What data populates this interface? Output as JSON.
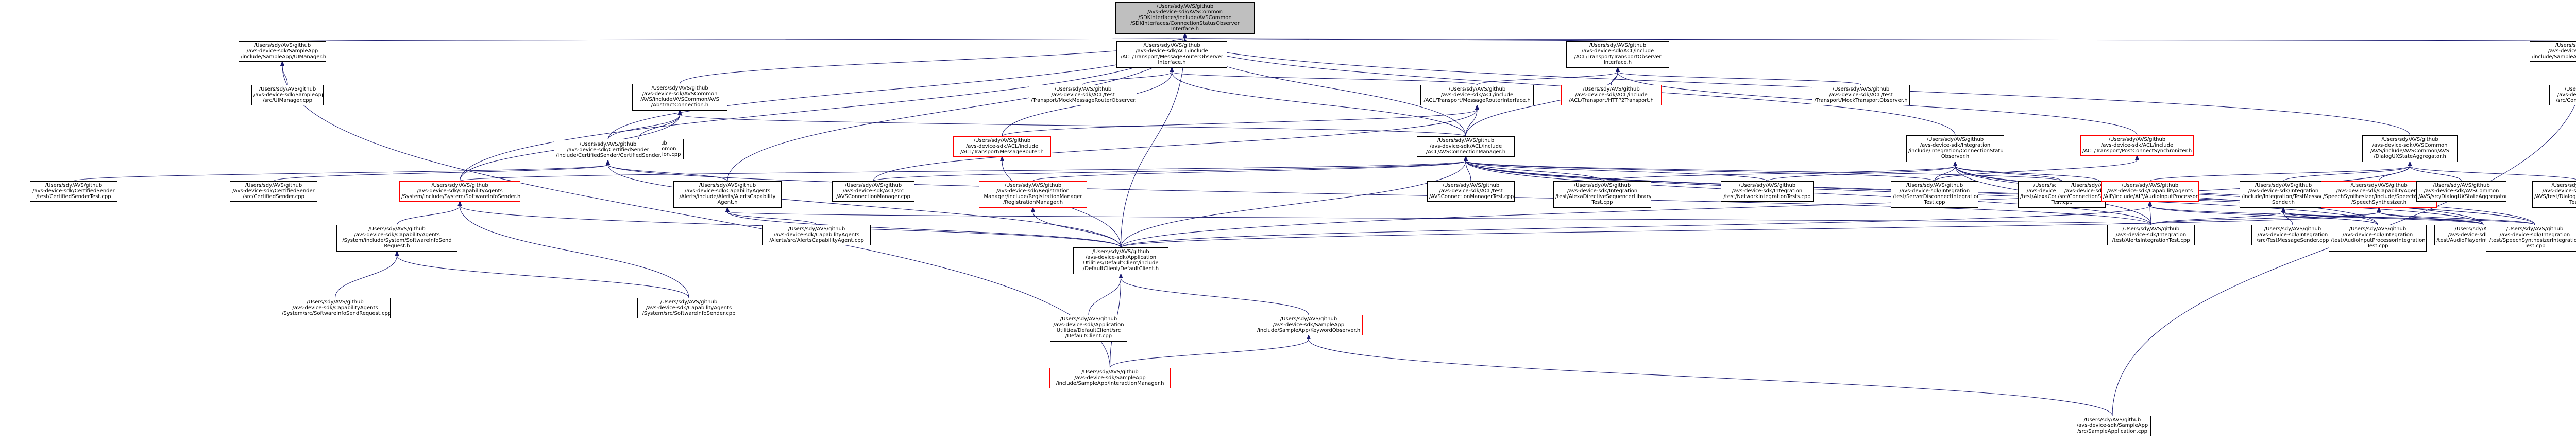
{
  "graph": {
    "nodes": [
      {
        "id": "focus",
        "lines": [
          "/Users/sdy/AVS/github",
          "/avs-device-sdk/AVSCommon",
          "/SDKInterfaces/include/AVSCommon",
          "/SDKInterfaces/ConnectionStatusObserver",
          "Interface.h"
        ],
        "kind": "focus"
      },
      {
        "id": "uimanager_h",
        "lines": [
          "/Users/sdy/AVS/github",
          "/avs-device-sdk/SampleApp",
          "/include/SampleApp/UIManager.h"
        ],
        "kind": "normal"
      },
      {
        "id": "uimanager_cpp",
        "lines": [
          "/Users/sdy/AVS/github",
          "/avs-device-sdk/SampleApp",
          "/src/UIManager.cpp"
        ],
        "kind": "normal"
      },
      {
        "id": "abstract_conn_h",
        "lines": [
          "/Users/sdy/AVS/github",
          "/avs-device-sdk/AVSCommon",
          "/AVS/include/AVSCommon/AVS",
          "/AbstractConnection.h"
        ],
        "kind": "normal"
      },
      {
        "id": "abstract_conn_cpp",
        "lines": [
          "/Users/sdy/AVS/github",
          "/avs-device-sdk/AVSCommon",
          "/AVS/src/AbstractConnection.cpp"
        ],
        "kind": "normal"
      },
      {
        "id": "msgrouter_obs_h",
        "lines": [
          "/Users/sdy/AVS/github",
          "/avs-device-sdk/ACL/include",
          "/ACL/Transport/MessageRouterObserver",
          "Interface.h"
        ],
        "kind": "normal"
      },
      {
        "id": "mock_msgrouter_obs_h",
        "lines": [
          "/Users/sdy/AVS/github",
          "/avs-device-sdk/ACL/test",
          "/Transport/MockMessageRouterObserver.h"
        ],
        "kind": "truncated"
      },
      {
        "id": "transport_obs_h",
        "lines": [
          "/Users/sdy/AVS/github",
          "/avs-device-sdk/ACL/include",
          "/ACL/Transport/TransportObserver",
          "Interface.h"
        ],
        "kind": "normal"
      },
      {
        "id": "http2_transport_h",
        "lines": [
          "/Users/sdy/AVS/github",
          "/avs-device-sdk/ACL/include",
          "/ACL/Transport/HTTP2Transport.h"
        ],
        "kind": "truncated"
      },
      {
        "id": "mock_transport_obs_h",
        "lines": [
          "/Users/sdy/AVS/github",
          "/avs-device-sdk/ACL/test",
          "/Transport/MockTransportObserver.h"
        ],
        "kind": "normal"
      },
      {
        "id": "msgrouter_iface_h",
        "lines": [
          "/Users/sdy/AVS/github",
          "/avs-device-sdk/ACL/include",
          "/ACL/Transport/MessageRouterInterface.h"
        ],
        "kind": "normal"
      },
      {
        "id": "msgrouter_h",
        "lines": [
          "/Users/sdy/AVS/github",
          "/avs-device-sdk/ACL/include",
          "/ACL/Transport/MessageRouter.h"
        ],
        "kind": "truncated"
      },
      {
        "id": "post_conn_sync_h",
        "lines": [
          "/Users/sdy/AVS/github",
          "/avs-device-sdk/ACL/include",
          "/ACL/Transport/PostConnectSynchronizer.h"
        ],
        "kind": "truncated"
      },
      {
        "id": "avs_conn_mgr_h",
        "lines": [
          "/Users/sdy/AVS/github",
          "/avs-device-sdk/ACL/include",
          "/ACL/AVSConnectionManager.h"
        ],
        "kind": "normal"
      },
      {
        "id": "cert_sender_h",
        "lines": [
          "/Users/sdy/AVS/github",
          "/avs-device-sdk/CertifiedSender",
          "/include/CertifiedSender/CertifiedSender.h"
        ],
        "kind": "normal"
      },
      {
        "id": "cert_sender_test",
        "lines": [
          "/Users/sdy/AVS/github",
          "/avs-device-sdk/CertifiedSender",
          "/test/CertifiedSenderTest.cpp"
        ],
        "kind": "normal"
      },
      {
        "id": "cert_sender_cpp",
        "lines": [
          "/Users/sdy/AVS/github",
          "/avs-device-sdk/CertifiedSender",
          "/src/CertifiedSender.cpp"
        ],
        "kind": "normal"
      },
      {
        "id": "sw_info_sender_h",
        "lines": [
          "/Users/sdy/AVS/github",
          "/avs-device-sdk/CapabilityAgents",
          "/System/include/System/SoftwareInfoSender.h"
        ],
        "kind": "truncated"
      },
      {
        "id": "sw_info_send_req_h",
        "lines": [
          "/Users/sdy/AVS/github",
          "/avs-device-sdk/CapabilityAgents",
          "/System/include/System/SoftwareInfoSend",
          "Request.h"
        ],
        "kind": "normal"
      },
      {
        "id": "sw_info_send_req_cpp",
        "lines": [
          "/Users/sdy/AVS/github",
          "/avs-device-sdk/CapabilityAgents",
          "/System/src/SoftwareInfoSendRequest.cpp"
        ],
        "kind": "normal"
      },
      {
        "id": "sw_info_sender_cpp",
        "lines": [
          "/Users/sdy/AVS/github",
          "/avs-device-sdk/CapabilityAgents",
          "/System/src/SoftwareInfoSender.cpp"
        ],
        "kind": "normal"
      },
      {
        "id": "alerts_ca_h",
        "lines": [
          "/Users/sdy/AVS/github",
          "/avs-device-sdk/CapabilityAgents",
          "/Alerts/include/Alerts/AlertsCapability",
          "Agent.h"
        ],
        "kind": "normal"
      },
      {
        "id": "alerts_ca_cpp",
        "lines": [
          "/Users/sdy/AVS/github",
          "/avs-device-sdk/CapabilityAgents",
          "/Alerts/src/AlertsCapabilityAgent.cpp"
        ],
        "kind": "normal"
      },
      {
        "id": "avs_conn_mgr_cpp",
        "lines": [
          "/Users/sdy/AVS/github",
          "/avs-device-sdk/ACL/src",
          "/AVSConnectionManager.cpp"
        ],
        "kind": "normal"
      },
      {
        "id": "reg_mgr_h",
        "lines": [
          "/Users/sdy/AVS/github",
          "/avs-device-sdk/Registration",
          "Manager/include/RegistrationManager",
          "/RegistrationManager.h"
        ],
        "kind": "truncated"
      },
      {
        "id": "avs_conn_mgr_test",
        "lines": [
          "/Users/sdy/AVS/github",
          "/avs-device-sdk/ACL/test",
          "/AVSConnectionManagerTest.cpp"
        ],
        "kind": "normal"
      },
      {
        "id": "default_client_h",
        "lines": [
          "/Users/sdy/AVS/github",
          "/avs-device-sdk/Application",
          "Utilities/DefaultClient/include",
          "/DefaultClient/DefaultClient.h"
        ],
        "kind": "normal"
      },
      {
        "id": "default_client_cpp",
        "lines": [
          "/Users/sdy/AVS/github",
          "/avs-device-sdk/Application",
          "Utilities/DefaultClient/src",
          "/DefaultClient.cpp"
        ],
        "kind": "normal"
      },
      {
        "id": "keyword_obs_h",
        "lines": [
          "/Users/sdy/AVS/github",
          "/avs-device-sdk/SampleApp",
          "/include/SampleApp/KeywordObserver.h"
        ],
        "kind": "truncated"
      },
      {
        "id": "interaction_mgr_h",
        "lines": [
          "/Users/sdy/AVS/github",
          "/avs-device-sdk/SampleApp",
          "/include/SampleApp/InteractionManager.h"
        ],
        "kind": "truncated"
      },
      {
        "id": "sample_app_cpp",
        "lines": [
          "/Users/sdy/AVS/github",
          "/avs-device-sdk/SampleApp",
          "/src/SampleApplication.cpp"
        ],
        "kind": "normal"
      },
      {
        "id": "alexa_dir_seq_test",
        "lines": [
          "/Users/sdy/AVS/github",
          "/avs-device-sdk/Integration",
          "/test/AlexaDirectiveSequencerLibrary",
          "Test.cpp"
        ],
        "kind": "normal"
      },
      {
        "id": "network_integ_test",
        "lines": [
          "/Users/sdy/AVS/github",
          "/avs-device-sdk/Integration",
          "/test/NetworkIntegrationTests.cpp"
        ],
        "kind": "normal"
      },
      {
        "id": "server_disconnect_test",
        "lines": [
          "/Users/sdy/AVS/github",
          "/avs-device-sdk/Integration",
          "/test/ServerDisconnectIntegration",
          "Test.cpp"
        ],
        "kind": "normal"
      },
      {
        "id": "alexa_comm_lib_test",
        "lines": [
          "/Users/sdy/AVS/github",
          "/avs-device-sdk/Integration",
          "/test/AlexaCommunicationsLibrary",
          "Test.cpp"
        ],
        "kind": "normal"
      },
      {
        "id": "integ_conn_status_obs_h",
        "lines": [
          "/Users/sdy/AVS/github",
          "/avs-device-sdk/Integration",
          "/include/Integration/ConnectionStatus",
          "Observer.h"
        ],
        "kind": "normal"
      },
      {
        "id": "conn_status_obs_cpp",
        "lines": [
          "/Users/sdy/AVS/github",
          "/avs-device-sdk/Integration",
          "/src/ConnectionStatusObserver.cpp"
        ],
        "kind": "normal"
      },
      {
        "id": "alerts_integ_test",
        "lines": [
          "/Users/sdy/AVS/github",
          "/avs-device-sdk/Integration",
          "/test/AlertsIntegrationTest.cpp"
        ],
        "kind": "normal"
      },
      {
        "id": "aip_audio_input_h",
        "lines": [
          "/Users/sdy/AVS/github",
          "/avs-device-sdk/CapabilityAgents",
          "/AIP/include/AIP/AudioInputProcessor.h"
        ],
        "kind": "truncated"
      },
      {
        "id": "test_msg_sender_h",
        "lines": [
          "/Users/sdy/AVS/github",
          "/avs-device-sdk/Integration",
          "/include/Integration/TestMessage",
          "Sender.h"
        ],
        "kind": "normal"
      },
      {
        "id": "test_msg_sender_cpp",
        "lines": [
          "/Users/sdy/AVS/github",
          "/avs-device-sdk/Integration",
          "/src/TestMessageSender.cpp"
        ],
        "kind": "normal"
      },
      {
        "id": "aip_integ_test",
        "lines": [
          "/Users/sdy/AVS/github",
          "/avs-device-sdk/Integration",
          "/test/AudioInputProcessorIntegration",
          "Test.cpp"
        ],
        "kind": "normal"
      },
      {
        "id": "audio_player_integ_test",
        "lines": [
          "/Users/sdy/AVS/github",
          "/avs-device-sdk/Integration",
          "/test/AudioPlayerIntegrationTest.cpp"
        ],
        "kind": "normal"
      },
      {
        "id": "speech_synth_h",
        "lines": [
          "/Users/sdy/AVS/github",
          "/avs-device-sdk/CapabilityAgents",
          "/SpeechSynthesizer/include/SpeechSynthesizer",
          "/SpeechSynthesizer.h"
        ],
        "kind": "truncated"
      },
      {
        "id": "speech_synth_integ_test",
        "lines": [
          "/Users/sdy/AVS/github",
          "/avs-device-sdk/Integration",
          "/test/SpeechSynthesizerIntegration",
          "Test.cpp"
        ],
        "kind": "normal"
      },
      {
        "id": "dialog_ux_agg_h",
        "lines": [
          "/Users/sdy/AVS/github",
          "/avs-device-sdk/AVSCommon",
          "/AVS/include/AVSCommon/AVS",
          "/DialogUXStateAggregator.h"
        ],
        "kind": "normal"
      },
      {
        "id": "dialog_ux_agg_cpp",
        "lines": [
          "/Users/sdy/AVS/github",
          "/avs-device-sdk/AVSCommon",
          "/AVS/src/DialogUXStateAggregator.cpp"
        ],
        "kind": "normal"
      },
      {
        "id": "dialog_ux_agg_test",
        "lines": [
          "/Users/sdy/AVS/github",
          "/avs-device-sdk/AVSCommon",
          "/AVS/test/DialogUXStateAggregator",
          "Test.cpp"
        ],
        "kind": "normal"
      },
      {
        "id": "sample_conn_obs_h",
        "lines": [
          "/Users/sdy/AVS/github",
          "/avs-device-sdk/SampleApp",
          "/include/SampleApp/ConnectionObserver.h"
        ],
        "kind": "normal"
      },
      {
        "id": "sample_conn_obs_cpp",
        "lines": [
          "/Users/sdy/AVS/github",
          "/avs-device-sdk/SampleApp",
          "/src/ConnectionObserver.cpp"
        ],
        "kind": "normal"
      }
    ],
    "edges": [
      [
        "focus",
        "uimanager_h"
      ],
      [
        "focus",
        "abstract_conn_h"
      ],
      [
        "focus",
        "msgrouter_obs_h"
      ],
      [
        "focus",
        "transport_obs_h"
      ],
      [
        "focus",
        "avs_conn_mgr_h"
      ],
      [
        "focus",
        "cert_sender_h"
      ],
      [
        "focus",
        "integ_conn_status_obs_h"
      ],
      [
        "focus",
        "dialog_ux_agg_h"
      ],
      [
        "focus",
        "sample_conn_obs_h"
      ],
      [
        "focus",
        "alerts_ca_h"
      ],
      [
        "focus",
        "sw_info_sender_h"
      ],
      [
        "focus",
        "default_client_h"
      ],
      [
        "uimanager_h",
        "uimanager_cpp"
      ],
      [
        "uimanager_h",
        "interaction_mgr_h"
      ],
      [
        "abstract_conn_h",
        "abstract_conn_cpp"
      ],
      [
        "abstract_conn_h",
        "avs_conn_mgr_h"
      ],
      [
        "abstract_conn_h",
        "cert_sender_h"
      ],
      [
        "abstract_conn_h",
        "sw_info_sender_h"
      ],
      [
        "msgrouter_obs_h",
        "mock_msgrouter_obs_h"
      ],
      [
        "msgrouter_obs_h",
        "msgrouter_iface_h"
      ],
      [
        "msgrouter_obs_h",
        "avs_conn_mgr_h"
      ],
      [
        "msgrouter_obs_h",
        "msgrouter_h"
      ],
      [
        "transport_obs_h",
        "http2_transport_h"
      ],
      [
        "transport_obs_h",
        "mock_transport_obs_h"
      ],
      [
        "transport_obs_h",
        "msgrouter_iface_h"
      ],
      [
        "transport_obs_h",
        "post_conn_sync_h"
      ],
      [
        "transport_obs_h",
        "avs_conn_mgr_h"
      ],
      [
        "msgrouter_iface_h",
        "msgrouter_h"
      ],
      [
        "msgrouter_iface_h",
        "avs_conn_mgr_h"
      ],
      [
        "msgrouter_iface_h",
        "avs_conn_mgr_cpp"
      ],
      [
        "msgrouter_h",
        "default_client_h"
      ],
      [
        "post_conn_sync_h",
        "server_disconnect_test"
      ],
      [
        "avs_conn_mgr_h",
        "avs_conn_mgr_cpp"
      ],
      [
        "avs_conn_mgr_h",
        "reg_mgr_h"
      ],
      [
        "avs_conn_mgr_h",
        "avs_conn_mgr_test"
      ],
      [
        "avs_conn_mgr_h",
        "default_client_h"
      ],
      [
        "avs_conn_mgr_h",
        "alexa_dir_seq_test"
      ],
      [
        "avs_conn_mgr_h",
        "network_integ_test"
      ],
      [
        "avs_conn_mgr_h",
        "server_disconnect_test"
      ],
      [
        "avs_conn_mgr_h",
        "alexa_comm_lib_test"
      ],
      [
        "avs_conn_mgr_h",
        "alerts_integ_test"
      ],
      [
        "avs_conn_mgr_h",
        "aip_integ_test"
      ],
      [
        "avs_conn_mgr_h",
        "audio_player_integ_test"
      ],
      [
        "avs_conn_mgr_h",
        "speech_synth_integ_test"
      ],
      [
        "avs_conn_mgr_h",
        "sw_info_sender_h"
      ],
      [
        "reg_mgr_h",
        "default_client_h"
      ],
      [
        "cert_sender_h",
        "cert_sender_test"
      ],
      [
        "cert_sender_h",
        "cert_sender_cpp"
      ],
      [
        "cert_sender_h",
        "alerts_ca_h"
      ],
      [
        "cert_sender_h",
        "default_client_h"
      ],
      [
        "cert_sender_h",
        "alerts_integ_test"
      ],
      [
        "sw_info_sender_h",
        "sw_info_send_req_h"
      ],
      [
        "sw_info_sender_h",
        "sw_info_sender_cpp"
      ],
      [
        "sw_info_sender_h",
        "default_client_h"
      ],
      [
        "sw_info_send_req_h",
        "sw_info_send_req_cpp"
      ],
      [
        "sw_info_send_req_h",
        "sw_info_sender_cpp"
      ],
      [
        "alerts_ca_h",
        "alerts_ca_cpp"
      ],
      [
        "alerts_ca_h",
        "default_client_h"
      ],
      [
        "alerts_ca_h",
        "alerts_integ_test"
      ],
      [
        "default_client_h",
        "default_client_cpp"
      ],
      [
        "default_client_h",
        "keyword_obs_h"
      ],
      [
        "default_client_h",
        "interaction_mgr_h"
      ],
      [
        "keyword_obs_h",
        "interaction_mgr_h"
      ],
      [
        "keyword_obs_h",
        "sample_app_cpp"
      ],
      [
        "integ_conn_status_obs_h",
        "conn_status_obs_cpp"
      ],
      [
        "integ_conn_status_obs_h",
        "alexa_dir_seq_test"
      ],
      [
        "integ_conn_status_obs_h",
        "network_integ_test"
      ],
      [
        "integ_conn_status_obs_h",
        "server_disconnect_test"
      ],
      [
        "integ_conn_status_obs_h",
        "alexa_comm_lib_test"
      ],
      [
        "integ_conn_status_obs_h",
        "alerts_integ_test"
      ],
      [
        "integ_conn_status_obs_h",
        "aip_integ_test"
      ],
      [
        "integ_conn_status_obs_h",
        "audio_player_integ_test"
      ],
      [
        "integ_conn_status_obs_h",
        "speech_synth_integ_test"
      ],
      [
        "dialog_ux_agg_h",
        "dialog_ux_agg_cpp"
      ],
      [
        "dialog_ux_agg_h",
        "dialog_ux_agg_test"
      ],
      [
        "dialog_ux_agg_h",
        "aip_audio_input_h"
      ],
      [
        "dialog_ux_agg_h",
        "speech_synth_h"
      ],
      [
        "dialog_ux_agg_h",
        "default_client_h"
      ],
      [
        "dialog_ux_agg_h",
        "test_msg_sender_h"
      ],
      [
        "aip_audio_input_h",
        "default_client_h"
      ],
      [
        "aip_audio_input_h",
        "alerts_integ_test"
      ],
      [
        "aip_audio_input_h",
        "aip_integ_test"
      ],
      [
        "aip_audio_input_h",
        "audio_player_integ_test"
      ],
      [
        "test_msg_sender_h",
        "test_msg_sender_cpp"
      ],
      [
        "test_msg_sender_h",
        "alerts_integ_test"
      ],
      [
        "test_msg_sender_h",
        "aip_integ_test"
      ],
      [
        "test_msg_sender_h",
        "audio_player_integ_test"
      ],
      [
        "test_msg_sender_h",
        "speech_synth_integ_test"
      ],
      [
        "speech_synth_h",
        "default_client_h"
      ],
      [
        "speech_synth_h",
        "alerts_integ_test"
      ],
      [
        "speech_synth_h",
        "speech_synth_integ_test"
      ],
      [
        "speech_synth_h",
        "audio_player_integ_test"
      ],
      [
        "sample_conn_obs_h",
        "sample_conn_obs_cpp"
      ],
      [
        "sample_conn_obs_h",
        "sample_app_cpp"
      ]
    ]
  },
  "colors": {
    "focus_fill": "#bfbfbf",
    "node_border": "#000000",
    "truncated_border": "#ff0000",
    "edge": "#191970",
    "background": "#ffffff"
  }
}
